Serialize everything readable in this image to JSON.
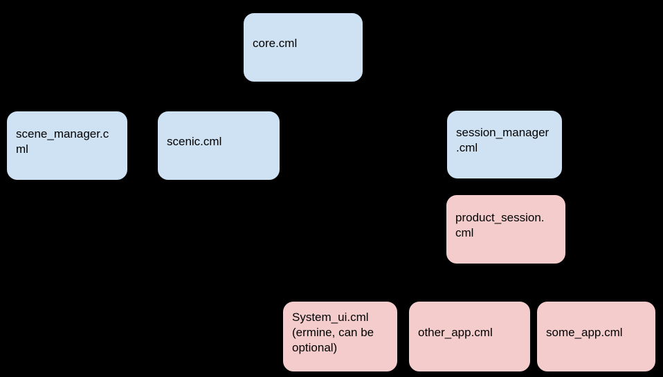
{
  "canvas": {
    "background": "#000000"
  },
  "colors": {
    "blue_node_fill": "#cfe2f3",
    "pink_node_fill": "#f4cccc",
    "node_border": "#000000",
    "node_text": "#000000"
  },
  "diagram": {
    "type": "component-hierarchy",
    "nodes": {
      "core": {
        "label": "core.cml",
        "color": "#cfe2f3"
      },
      "scene_manager": {
        "label": "scene_manager.c\nml",
        "color": "#cfe2f3"
      },
      "scenic": {
        "label": "scenic.cml",
        "color": "#cfe2f3"
      },
      "session_manager": {
        "label": "session_manager\n.cml",
        "color": "#cfe2f3"
      },
      "product_session": {
        "label": "product_session.\ncml",
        "color": "#f4cccc"
      },
      "system_ui": {
        "label": "System_ui.cml\n(ermine, can be\noptional)",
        "color": "#f4cccc"
      },
      "other_app": {
        "label": "other_app.cml",
        "color": "#f4cccc"
      },
      "some_app": {
        "label": "some_app.cml",
        "color": "#f4cccc"
      }
    }
  }
}
